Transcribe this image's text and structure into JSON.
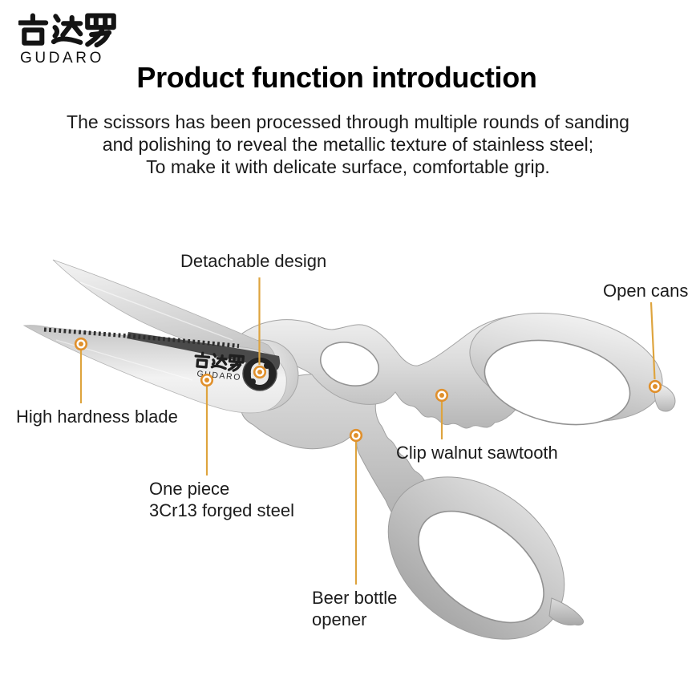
{
  "brand": {
    "cjk": "古达罗",
    "latin": "GUDARO"
  },
  "header": {
    "title": "Product function introduction",
    "description_lines": [
      "The scissors has been processed through multiple rounds of sanding",
      "and polishing to reveal the metallic texture of stainless steel;",
      "To make it with delicate surface, comfortable grip."
    ]
  },
  "product": {
    "blade_brand_cjk": "古达罗",
    "blade_brand_latin": "GUDARO"
  },
  "callouts": [
    {
      "id": "detachable",
      "label": "Detachable design"
    },
    {
      "id": "open-cans",
      "label": "Open cans"
    },
    {
      "id": "high-hardness",
      "label": "High hardness blade"
    },
    {
      "id": "one-piece",
      "label": "One piece",
      "label2": "3Cr13 forged steel"
    },
    {
      "id": "clip-walnut",
      "label": "Clip walnut sawtooth"
    },
    {
      "id": "beer-bottle",
      "label": "Beer bottle",
      "label2": "opener"
    }
  ],
  "colors": {
    "accent_line": "#DEA43E",
    "accent_dot": "#E0902C",
    "text": "#1C1C1C"
  }
}
